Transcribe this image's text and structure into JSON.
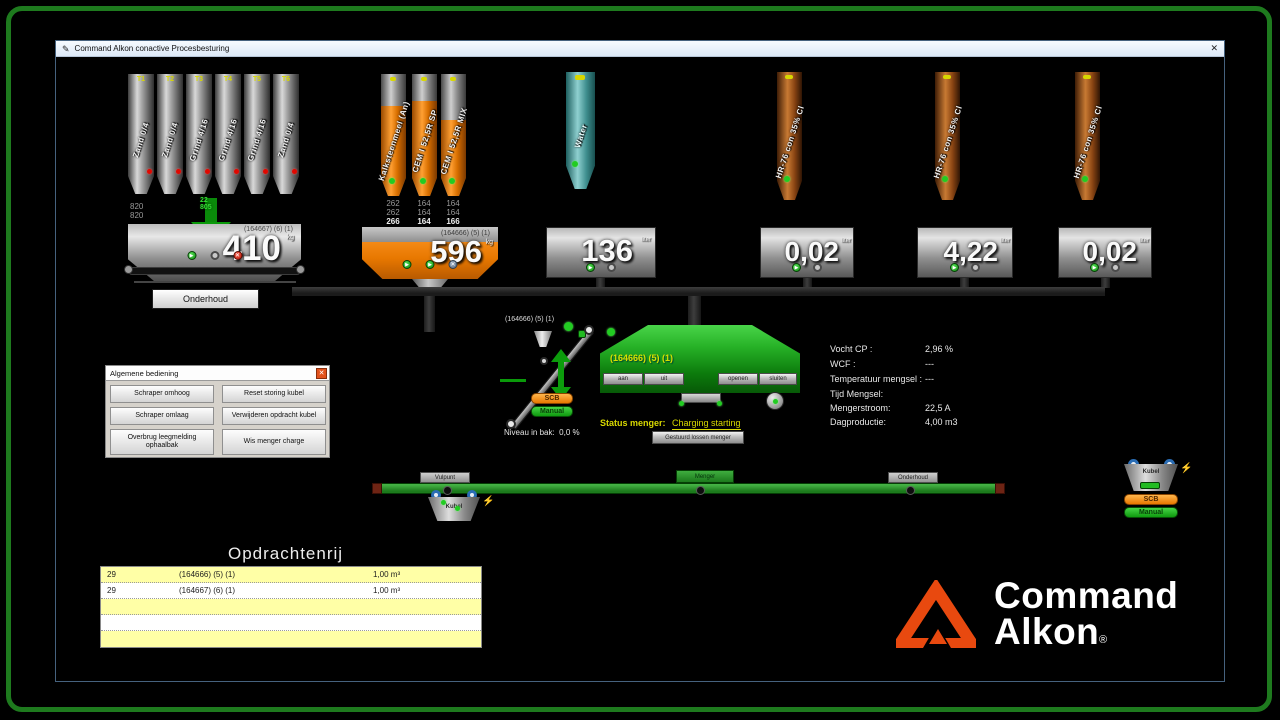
{
  "window": {
    "title": "Command Alkon conactive Procesbesturing"
  },
  "icons": {
    "app": "✎",
    "close": "✕",
    "play": "▶",
    "abort": "✕",
    "hazard": "⚡"
  },
  "colors": {
    "frame_green": "#1e7a1e",
    "logo_orange": "#e8490f",
    "mixer_green": "#1fa81f",
    "status_yellow": "#d8d800",
    "silo_orange": "#ff8c1a",
    "silo_brown": "#9a5220",
    "silo_water": "#4d9d9d"
  },
  "agg": {
    "silos": [
      {
        "tag": "T1",
        "name": "Zand 0/4"
      },
      {
        "tag": "T2",
        "name": "Zand 0/4"
      },
      {
        "tag": "T3",
        "name": "Grind 4/16"
      },
      {
        "tag": "T4",
        "name": "Grind 4/16"
      },
      {
        "tag": "T5",
        "name": "Grind 4/16"
      },
      {
        "tag": "T6",
        "name": "Zand 0/4"
      }
    ],
    "stock_top": "820",
    "stock_bottom": "820",
    "dosing_top": "22",
    "dosing_bottom": "805",
    "hopper": {
      "header": "(164667) (6) (1)",
      "value": "410",
      "unit": "kg"
    },
    "maintenance_label": "Onderhoud"
  },
  "cement": {
    "silos": [
      {
        "name": "Kalksteenmeel (An)"
      },
      {
        "name": "CEM I 52,5R SP"
      },
      {
        "name": "CEM I 52,5R MIX"
      }
    ],
    "readings": [
      [
        "262",
        "164",
        "164"
      ],
      [
        "262",
        "164",
        "164"
      ],
      [
        "266",
        "164",
        "166"
      ]
    ],
    "hopper": {
      "header": "(164666) (5) (1)",
      "value": "596",
      "unit": "kg"
    }
  },
  "water": {
    "name": "Water",
    "value": "136",
    "unit": "liter"
  },
  "admix": {
    "name": "HR-76 con 35% Cl",
    "unit": "liter",
    "values": [
      "0,02",
      "4,22",
      "0,02"
    ]
  },
  "skip": {
    "header": "(164666) (5) (1)",
    "scb": "SCB",
    "manual": "Manual",
    "level_label": "Niveau in bak:",
    "level_value": "0,0 %"
  },
  "mixer": {
    "batch": "(164666) (5) (1)",
    "btn_on": "aan",
    "btn_off": "uit",
    "btn_open": "openen",
    "btn_close": "sluiten",
    "status_label": "Status menger:",
    "status_value": "Charging starting",
    "discharge_label": "Gestuurd lossen menger"
  },
  "info": {
    "rows": [
      {
        "label": "Vocht CP :",
        "value": "2,96 %"
      },
      {
        "label": "WCF :",
        "value": "---"
      },
      {
        "label": "Temperatuur mengsel :",
        "value": "---"
      },
      {
        "label": "Tijd Mengsel:",
        "value": ""
      },
      {
        "label": "Mengerstroom:",
        "value": "22,5 A"
      },
      {
        "label": "Dagproductie:",
        "value": "4,00 m3"
      }
    ]
  },
  "panel": {
    "title": "Algemene bediening",
    "buttons": [
      "Schraper omhoog",
      "Reset storing kubel",
      "Schraper omlaag",
      "Verwijderen opdracht kubel",
      "Overbrug leegmelding ophaalbak",
      "Wis menger charge"
    ]
  },
  "conveyor": {
    "stations": [
      {
        "label": "Vulpunt"
      },
      {
        "label": "Menger"
      },
      {
        "label": "Onderhoud"
      }
    ],
    "kubel_label": "Kubel"
  },
  "kubel_widget": {
    "label": "Kubel",
    "scb": "SCB",
    "manual": "Manual"
  },
  "queue": {
    "title": "Opdrachtenrij",
    "rows": [
      {
        "nr": "29",
        "batch": "(164666) (5) (1)",
        "volume": "1,00 m³"
      },
      {
        "nr": "29",
        "batch": "(164667) (6) (1)",
        "volume": "1,00 m³"
      },
      {
        "nr": "",
        "batch": "",
        "volume": ""
      },
      {
        "nr": "",
        "batch": "",
        "volume": ""
      },
      {
        "nr": "",
        "batch": "",
        "volume": ""
      }
    ]
  },
  "logo": {
    "line1": "Command",
    "line2": "Alkon",
    "reg": "®"
  }
}
